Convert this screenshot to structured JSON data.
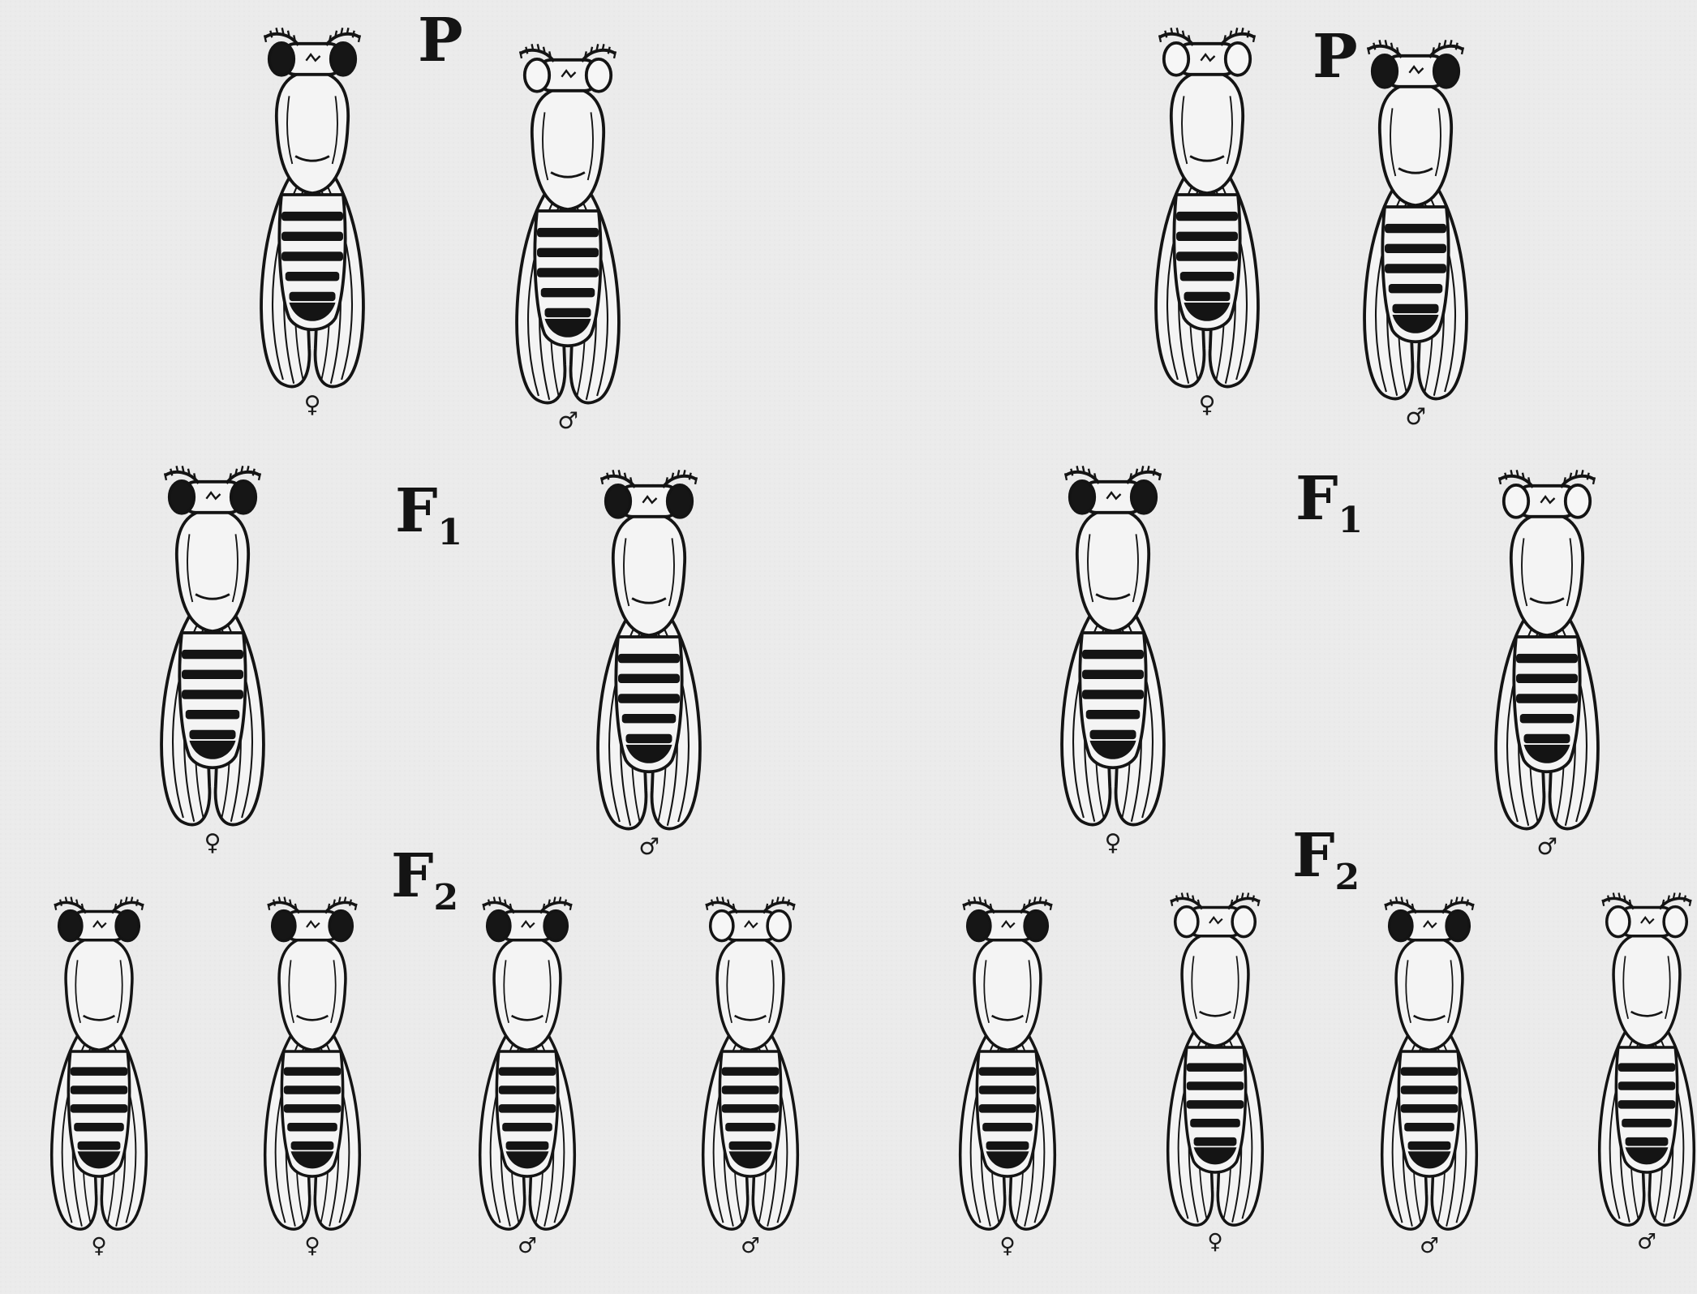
{
  "crosses": [
    {
      "name": "left-cross",
      "generations": [
        {
          "label": "P",
          "subscript": "",
          "flies": [
            {
              "eye": "red",
              "sex_symbol": "♀"
            },
            {
              "eye": "white",
              "sex_symbol": "♂"
            }
          ]
        },
        {
          "label": "F",
          "subscript": "1",
          "flies": [
            {
              "eye": "red",
              "sex_symbol": "♀"
            },
            {
              "eye": "red",
              "sex_symbol": "♂"
            }
          ]
        },
        {
          "label": "F",
          "subscript": "2",
          "flies": [
            {
              "eye": "red",
              "sex_symbol": "♀"
            },
            {
              "eye": "red",
              "sex_symbol": "♀"
            },
            {
              "eye": "red",
              "sex_symbol": "♂"
            },
            {
              "eye": "white",
              "sex_symbol": "♂"
            }
          ]
        }
      ]
    },
    {
      "name": "right-cross",
      "generations": [
        {
          "label": "P",
          "subscript": "",
          "flies": [
            {
              "eye": "white",
              "sex_symbol": "♀"
            },
            {
              "eye": "red",
              "sex_symbol": "♂"
            }
          ]
        },
        {
          "label": "F",
          "subscript": "1",
          "flies": [
            {
              "eye": "red",
              "sex_symbol": "♀"
            },
            {
              "eye": "white",
              "sex_symbol": "♂"
            }
          ]
        },
        {
          "label": "F",
          "subscript": "2",
          "flies": [
            {
              "eye": "red",
              "sex_symbol": "♀"
            },
            {
              "eye": "white",
              "sex_symbol": "♀"
            },
            {
              "eye": "red",
              "sex_symbol": "♂"
            },
            {
              "eye": "white",
              "sex_symbol": "♂"
            }
          ]
        }
      ]
    }
  ],
  "colors": {
    "background": "#ebebeb",
    "ink": "#141414",
    "body_fill": "#f4f4f4",
    "red_eye": "#161616",
    "white_eye": "#f6f6f6"
  }
}
